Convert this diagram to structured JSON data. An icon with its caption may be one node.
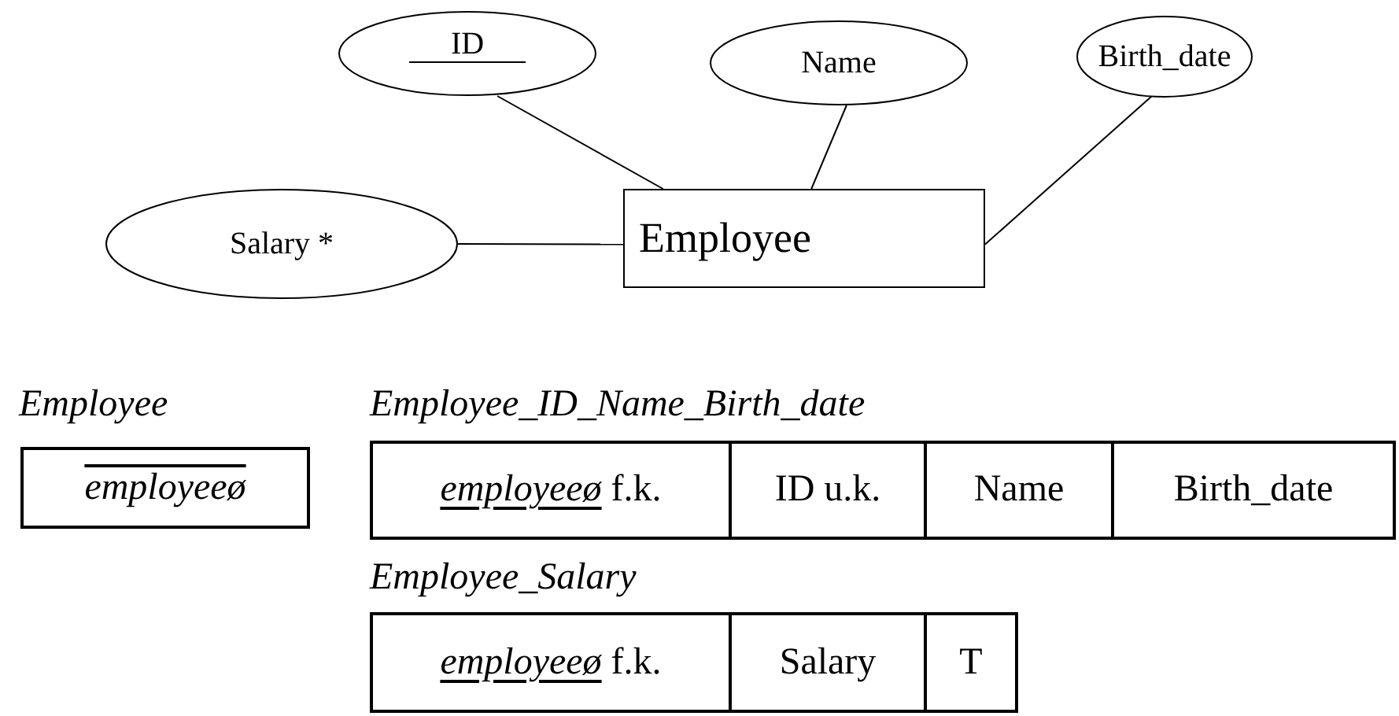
{
  "diagram": {
    "nodes": [
      {
        "text": [
          "ID"
        ]
      },
      {
        "text": [
          "Name"
        ]
      },
      {
        "text": [
          "Birth_date"
        ]
      },
      {
        "text": [
          "Salary *"
        ]
      },
      {
        "text": [
          "Employee"
        ]
      }
    ],
    "edges": [
      {
        "from": 0,
        "to": 4,
        "arrow": "none"
      },
      {
        "from": 1,
        "to": 4,
        "arrow": "none"
      },
      {
        "from": 2,
        "to": 4,
        "arrow": "none"
      },
      {
        "from": 3,
        "to": 4,
        "arrow": "none"
      }
    ],
    "labels": [
      "Employee",
      "employeeø",
      "Employee_ID_Name_Birth_date",
      "*employeeø* f.k.",
      "ID u.k.",
      "Name",
      "Birth_date",
      "Employee_Salary",
      "*employeeø* f.k.",
      "Salary",
      "T"
    ]
  }
}
